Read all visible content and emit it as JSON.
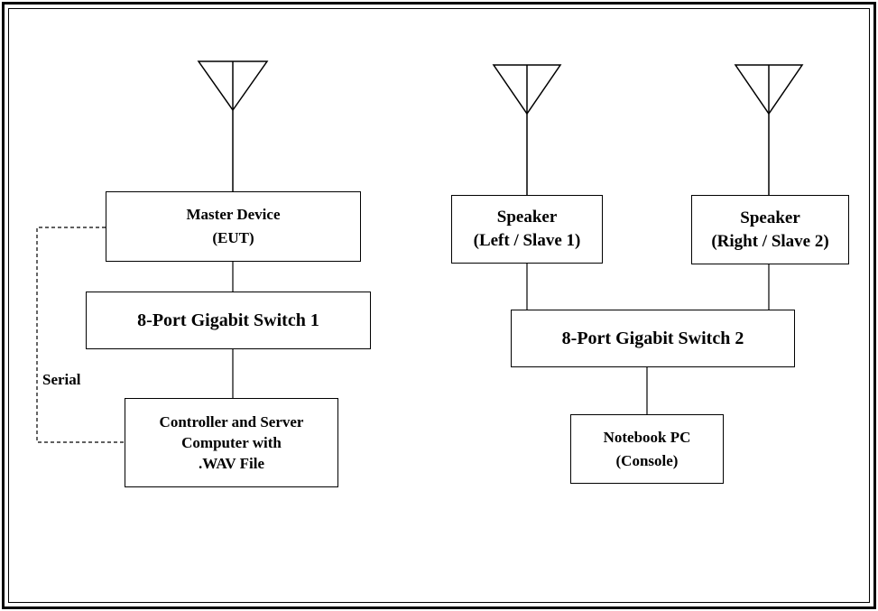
{
  "nodes": {
    "master": {
      "line1": "Master Device",
      "line2": "(EUT)"
    },
    "switch1": {
      "line1": "8-Port Gigabit Switch 1"
    },
    "controller": {
      "line1": "Controller and Server",
      "line2": "Computer with",
      "line3": ".WAV File"
    },
    "speaker_left": {
      "line1": "Speaker",
      "line2": "(Left / Slave 1)"
    },
    "speaker_right": {
      "line1": "Speaker",
      "line2": "(Right / Slave 2)"
    },
    "switch2": {
      "line1": "8-Port Gigabit Switch 2"
    },
    "notebook": {
      "line1": "Notebook PC",
      "line2": "(Console)"
    }
  },
  "connections": {
    "serial_label": "Serial"
  }
}
